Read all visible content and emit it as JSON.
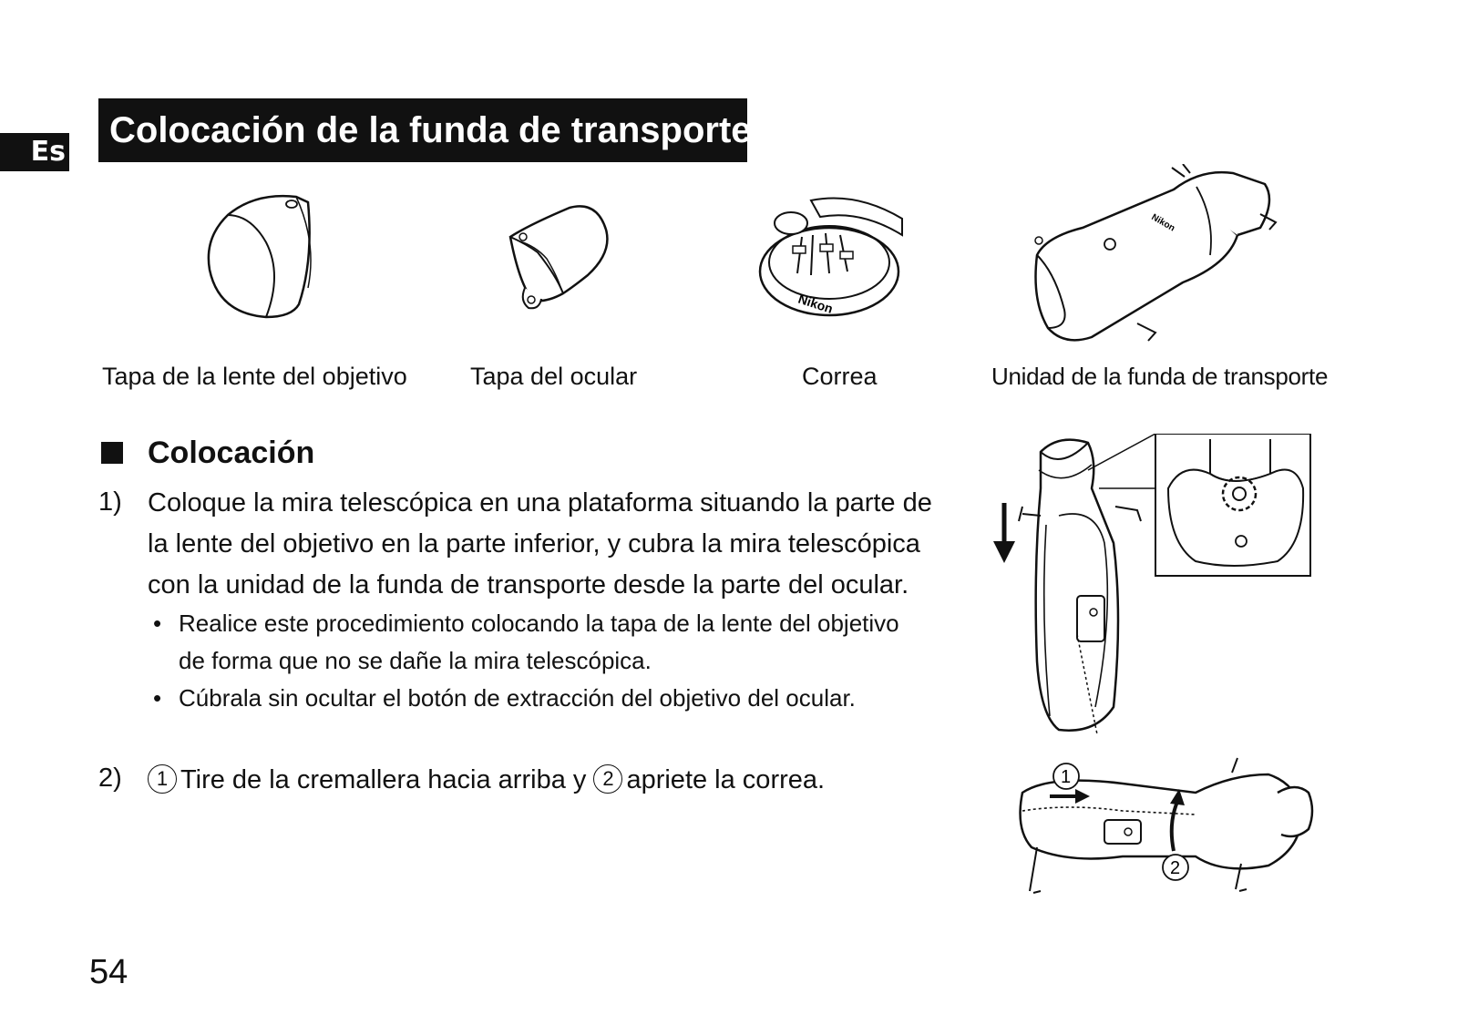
{
  "lang_tab": "Es",
  "title": "Colocación de la funda de transporte",
  "parts": [
    {
      "label": "Tapa de la lente del objetivo",
      "icon": "objective-lens-cap-illustration"
    },
    {
      "label": "Tapa del ocular",
      "icon": "eyepiece-cap-illustration"
    },
    {
      "label": "Correa",
      "icon": "strap-illustration"
    },
    {
      "label": "Unidad de la funda de transporte",
      "icon": "case-unit-illustration"
    }
  ],
  "section": {
    "title": "Colocación"
  },
  "steps": [
    {
      "num": "1)",
      "lines": [
        "Coloque la mira telescópica en una plataforma situando la parte de",
        "la lente del objetivo en la parte inferior, y cubra la mira telescópica",
        "con la unidad de la funda de transporte desde la parte del ocular."
      ],
      "bullets": [
        {
          "dot": "•",
          "lines": [
            "Realice este procedimiento colocando la tapa de la lente del objetivo",
            "de forma que no se dañe la mira telescópica."
          ]
        },
        {
          "dot": "•",
          "lines": [
            "Cúbrala sin ocultar el botón de extracción del objetivo del ocular."
          ]
        }
      ]
    },
    {
      "num": "2)",
      "marker1": "1",
      "part1": "Tire de la cremallera hacia arriba y",
      "marker2": "2",
      "part2": "apriete la correa."
    }
  ],
  "figure_callouts": {
    "one": "1",
    "two": "2"
  },
  "brand_mark": "Nikon",
  "page_number": "54"
}
